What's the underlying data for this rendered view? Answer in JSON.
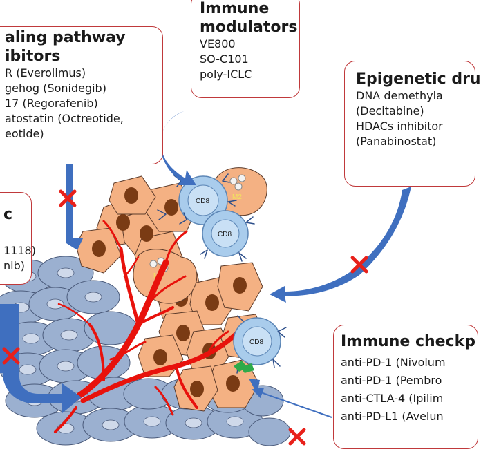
{
  "boxes": {
    "signaling": {
      "title_lines": [
        "aling pathway",
        "ibitors"
      ],
      "items": [
        "R (Everolimus)",
        "gehog (Sonidegib)",
        "17 (Regorafenib)",
        "atostatin (Octreotide,",
        "eotide)"
      ]
    },
    "immune_modulators": {
      "title_lines": [
        "Immune",
        "modulators"
      ],
      "items": [
        "VE800",
        "SO-C101",
        "poly-ICLC"
      ]
    },
    "epigenetic": {
      "title_lines": [
        "Epigenetic dru"
      ],
      "items": [
        "DNA demethyla",
        "(Decitabine)",
        "HDACs inhibitor",
        "(Panabinostat)"
      ]
    },
    "left": {
      "title_lines": [
        "c"
      ],
      "items": [
        "1118)",
        "nib)"
      ]
    },
    "checkpoint": {
      "title_lines": [
        "Immune checkp"
      ],
      "items": [
        "anti-PD-1 (Nivolum",
        "anti-PD-1 (Pembro",
        "anti-CTLA-4 (Ipilim",
        "anti-PD-L1 (Avelun"
      ]
    }
  },
  "cell_labels": {
    "cd8": "CD8",
    "m2": "M2"
  },
  "colors": {
    "box_border": "#c0393b",
    "arrow": "#3f6fbf",
    "tumor_cell": "#f4b183",
    "nucleus": "#7a3b14",
    "vessel": "#e8120c",
    "stroma": "#9bb0d0",
    "tcell": "#a9ccec",
    "inhibit_mark": "#e8201a",
    "checkpoint_molecule": "#2eaa4a"
  },
  "icons": [
    "blocked-x-icon",
    "curved-arrow-icon",
    "receptor-icon",
    "checkpoint-molecule-icon"
  ]
}
